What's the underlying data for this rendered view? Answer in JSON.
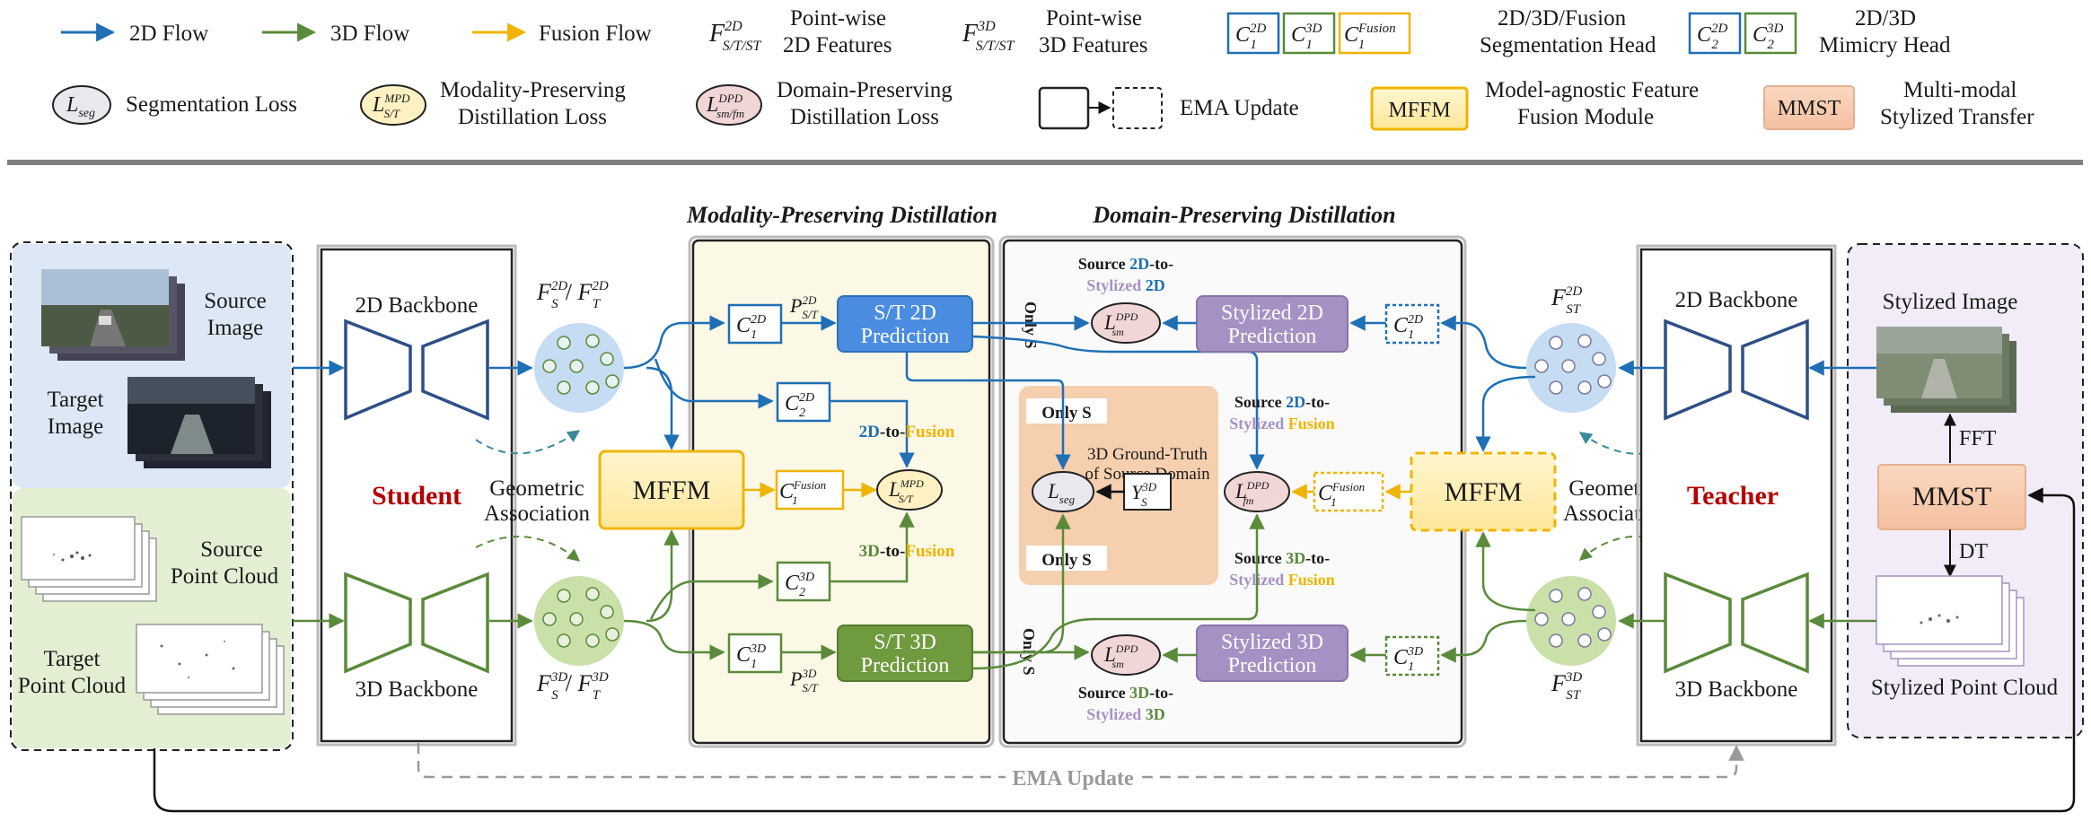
{
  "legend": {
    "flow_2d": "2D Flow",
    "flow_3d": "3D Flow",
    "flow_fusion": "Fusion Flow",
    "pw2d_sym": "F",
    "pw2d_sup": "2D",
    "pw2d_sub": "S/T/ST",
    "pw2d_l1": "Point-wise",
    "pw2d_l2": "2D Features",
    "pw3d_sym": "F",
    "pw3d_sup": "3D",
    "pw3d_sub": "S/T/ST",
    "pw3d_l1": "Point-wise",
    "pw3d_l2": "3D Features",
    "seghead_c": "C",
    "seghead_sub": "1",
    "seghead_sup1": "2D",
    "seghead_sup2": "3D",
    "seghead_sup3": "Fusion",
    "seghead_l1": "2D/3D/Fusion",
    "seghead_l2": "Segmentation Head",
    "mimic_sub": "2",
    "mimic_l1": "2D/3D",
    "mimic_l2": "Mimicry Head",
    "seg_loss_sym": "L",
    "seg_loss_sub": "seg",
    "seg_loss_label": "Segmentation Loss",
    "mpd_sym": "L",
    "mpd_sup": "MPD",
    "mpd_sub": "S/T",
    "mpd_l1": "Modality-Preserving",
    "mpd_l2": "Distillation Loss",
    "dpd_sym": "L",
    "dpd_sup": "DPD",
    "dpd_sub": "sm/fm",
    "dpd_l1": "Domain-Preserving",
    "dpd_l2": "Distillation Loss",
    "ema_label": "EMA Update",
    "mffm_tag": "MFFM",
    "mffm_l1": "Model-agnostic Feature",
    "mffm_l2": "Fusion Module",
    "mmst_tag": "MMST",
    "mmst_l1": "Multi-modal",
    "mmst_l2": "Stylized Transfer"
  },
  "main": {
    "mpd_title": "Modality-Preserving Distillation",
    "dpd_title": "Domain-Preserving Distillation",
    "source_image": [
      "Source",
      "Image"
    ],
    "target_image": [
      "Target",
      "Image"
    ],
    "source_pc": [
      "Source",
      "Point Cloud"
    ],
    "target_pc": [
      "Target",
      "Point Cloud"
    ],
    "student_2d_backbone": "2D Backbone",
    "student_3d_backbone": "3D Backbone",
    "student_label": "Student",
    "teacher_label": "Teacher",
    "teacher_2d_backbone": "2D Backbone",
    "teacher_3d_backbone": "3D Backbone",
    "geo_assoc": [
      "Geometric",
      "Association"
    ],
    "mffm": "MFFM",
    "mmst": "MMST",
    "st_2d_pred": [
      "S/T 2D",
      "Prediction"
    ],
    "st_3d_pred": [
      "S/T 3D",
      "Prediction"
    ],
    "stylized_2d_pred": [
      "Stylized 2D",
      "Prediction"
    ],
    "stylized_3d_pred": [
      "Stylized 3D",
      "Prediction"
    ],
    "p2d": "P",
    "p2d_sup": "2D",
    "p2d_sub": "S/T",
    "p3d_sup": "3D",
    "f_s": "F",
    "f_sub_s": "S",
    "f_sub_t": "T",
    "f_sub_st": "ST",
    "sup_2d": "2D",
    "sup_3d": "3D",
    "only_s": "Only S",
    "gt_l1": "3D Ground-Truth",
    "gt_l2": "of Source Domain",
    "y_sym": "Y",
    "y_sup": "3D",
    "y_sub": "S",
    "fusion_sup": "Fusion",
    "seg_sub": "seg",
    "dpd_sup": "DPD",
    "sm_sub": "sm",
    "fm_sub": "fm",
    "mpd_sup": "MPD",
    "st_sub": "S/T",
    "c_sym": "C",
    "sub1": "1",
    "sub2": "2",
    "to_fusion_2d_a": "2D",
    "to_fusion_2d_b": "-to-",
    "to_fusion_2d_c": "Fusion",
    "to_fusion_3d_a": "3D",
    "to_fusion_3d_b": "-to-",
    "to_fusion_3d_c": "Fusion",
    "src2d_styl2d_l1a": "Source ",
    "src2d_styl2d_l1b": "2D",
    "src2d_styl2d_l1c": "-to-",
    "src2d_styl2d_l2a": "Stylized ",
    "src2d_styl2d_l2b": "2D",
    "src2d_fus_l1a": "Source ",
    "src2d_fus_l1b": "2D",
    "src2d_fus_l1c": "-to-",
    "src2d_fus_l2a": "Stylized ",
    "src2d_fus_l2b": "Fusion",
    "src3d_fus_l1a": "Source ",
    "src3d_fus_l1b": "3D",
    "src3d_fus_l1c": "-to-",
    "src3d_fus_l2a": "Stylized ",
    "src3d_fus_l2b": "Fusion",
    "src3d_styl3d_l1a": "Source ",
    "src3d_styl3d_l1b": "3D",
    "src3d_styl3d_l1c": "-to-",
    "src3d_styl3d_l2a": "Stylized ",
    "src3d_styl3d_l2b": "3D",
    "stylized_image": "Stylized Image",
    "stylized_pc": "Stylized Point Cloud",
    "fft": "FFT",
    "dt": "DT",
    "ema_update": "EMA Update"
  },
  "colors": {
    "blue": "#1f6fb5",
    "green": "#5a8a3a",
    "yellow": "#f0b400",
    "purple": "#a791c4",
    "dark_red": "#b40000"
  }
}
